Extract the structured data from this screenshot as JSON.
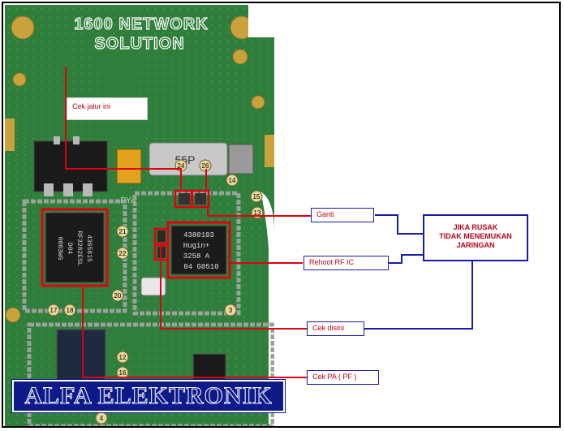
{
  "board": {
    "title_line1": "1600 NETWORK",
    "title_line2": "SOLUTION",
    "pa_chip": [
      "4365815",
      "RF3282ESL",
      "D04",
      "0003WG"
    ],
    "rf_chip": [
      "4380103",
      "Hugin+",
      "3258 A",
      "04 G0510"
    ],
    "capacitor_marking": "55P",
    "silk_marking": "RYA",
    "points": [
      "24",
      "26",
      "14",
      "15",
      "13",
      "21",
      "22",
      "20",
      "3",
      "17",
      "18",
      "12",
      "16",
      "4"
    ]
  },
  "callouts": {
    "cek_jalur": "Cek jalur ini",
    "ganti": "Ganti",
    "reboot_rf": "Rehoot RF IC",
    "cek_disini": "Cek disini",
    "cek_pa": "Cek PA ( PF )"
  },
  "summary": {
    "line1": "JIKA RUSAK",
    "line2": "TIDAK MENEMUKAN",
    "line3": "JARINGAN"
  },
  "watermark": "ALFA ELEKTRONIK",
  "colors": {
    "board": "#2e7d3a",
    "red_line": "#e00010",
    "blue_line": "#1a1aa8",
    "label_text": "#c0001a"
  }
}
